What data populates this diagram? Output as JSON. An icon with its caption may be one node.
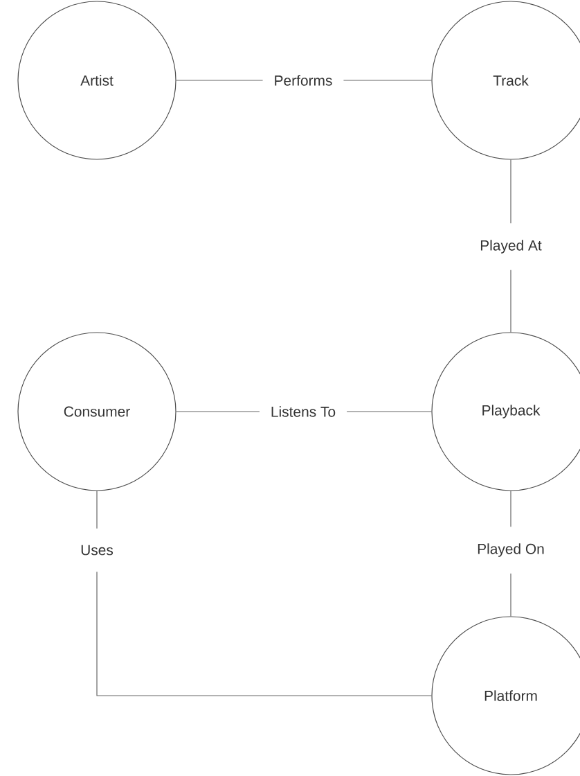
{
  "diagram": {
    "nodes": [
      {
        "text": [
          "Artist"
        ]
      },
      {
        "text": [
          "Track"
        ]
      },
      {
        "text": [
          "Consumer"
        ]
      },
      {
        "text": [
          "Playback"
        ]
      },
      {
        "text": [
          "Platform"
        ]
      }
    ],
    "edges": [
      {
        "from": 0,
        "to": 1,
        "arrow": "none",
        "label": "Performs"
      },
      {
        "from": 1,
        "to": 3,
        "arrow": "none",
        "label": "Played At"
      },
      {
        "from": 2,
        "to": 3,
        "arrow": "none",
        "label": "Listens To"
      },
      {
        "from": 2,
        "to": 4,
        "arrow": "none",
        "label": "Uses"
      },
      {
        "from": 3,
        "to": 4,
        "arrow": "none",
        "label": "Played On"
      }
    ]
  }
}
